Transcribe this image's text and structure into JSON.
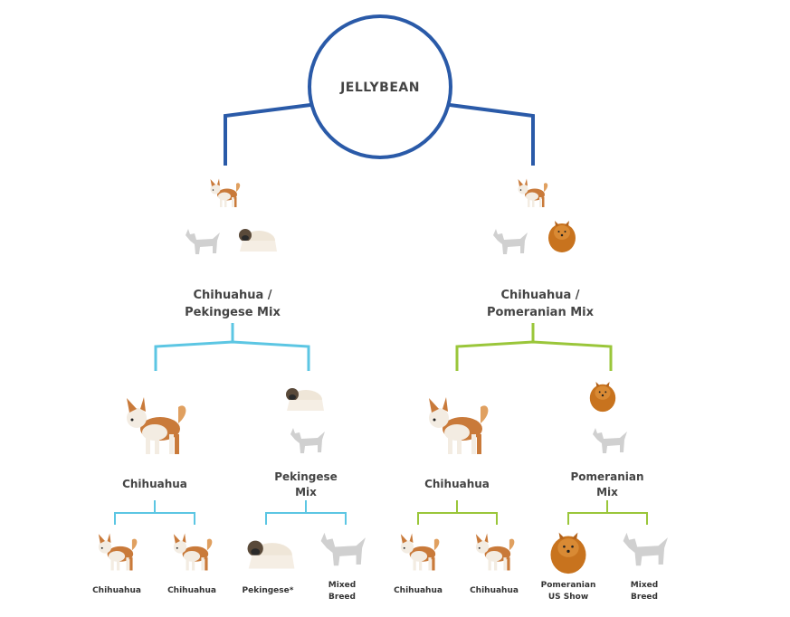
{
  "root": {
    "title": "JELLYBEAN"
  },
  "colors": {
    "root_lines": "#2a5aa8",
    "left_lines": "#5cc6e3",
    "right_lines": "#9ac63a",
    "silhouette": "#d0d0d0",
    "chihuahua_coat": "#c97a3a",
    "pekingese_coat": "#efe6d8",
    "pomeranian_coat": "#c8731e"
  },
  "parents": [
    {
      "label_line1": "Chihuahua /",
      "label_line2": "Pekingese Mix"
    },
    {
      "label_line1": "Chihuahua /",
      "label_line2": "Pomeranian Mix"
    }
  ],
  "grandparents": [
    {
      "label_line1": "Chihuahua",
      "label_line2": ""
    },
    {
      "label_line1": "Pekingese",
      "label_line2": "Mix"
    },
    {
      "label_line1": "Chihuahua",
      "label_line2": ""
    },
    {
      "label_line1": "Pomeranian",
      "label_line2": "Mix"
    }
  ],
  "great_grandparents": [
    {
      "label_line1": "Chihuahua",
      "label_line2": ""
    },
    {
      "label_line1": "Chihuahua",
      "label_line2": ""
    },
    {
      "label_line1": "Pekingese*",
      "label_line2": ""
    },
    {
      "label_line1": "Mixed",
      "label_line2": "Breed"
    },
    {
      "label_line1": "Chihuahua",
      "label_line2": ""
    },
    {
      "label_line1": "Chihuahua",
      "label_line2": ""
    },
    {
      "label_line1": "Pomeranian",
      "label_line2": "US Show"
    },
    {
      "label_line1": "Mixed",
      "label_line2": "Breed"
    }
  ],
  "icons": {
    "chihuahua": "chihuahua-photo-icon",
    "pekingese": "pekingese-photo-icon",
    "pomeranian": "pomeranian-photo-icon",
    "mixed": "dog-silhouette-icon"
  }
}
